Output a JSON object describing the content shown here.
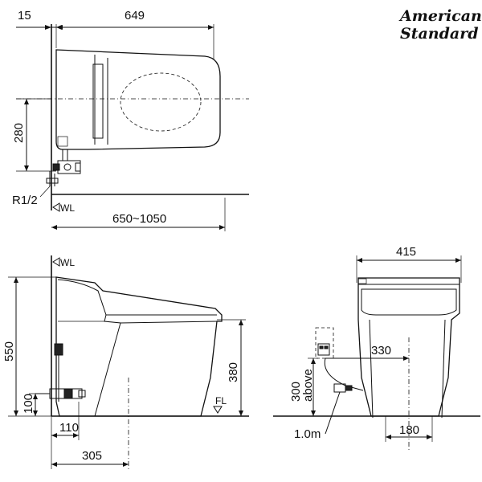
{
  "brand": {
    "line1": "American",
    "line2": "Standard"
  },
  "top_view": {
    "dim_offset": "15",
    "dim_length": "649",
    "dim_height": "280",
    "dim_range": "650~1050",
    "pipe_label": "R1/2",
    "wl_label": "WL"
  },
  "side_view": {
    "wl_label": "WL",
    "dim_total_height": "550",
    "dim_inlet_height": "380",
    "dim_inlet_low": "100",
    "dim_inlet_offset": "110",
    "dim_drain": "305",
    "fl_label": "FL"
  },
  "front_view": {
    "dim_width": "415",
    "dim_socket_offset": "330",
    "dim_socket_height_value": "300",
    "dim_socket_height_note": "above",
    "dim_cable": "1.0m",
    "dim_base": "180"
  }
}
